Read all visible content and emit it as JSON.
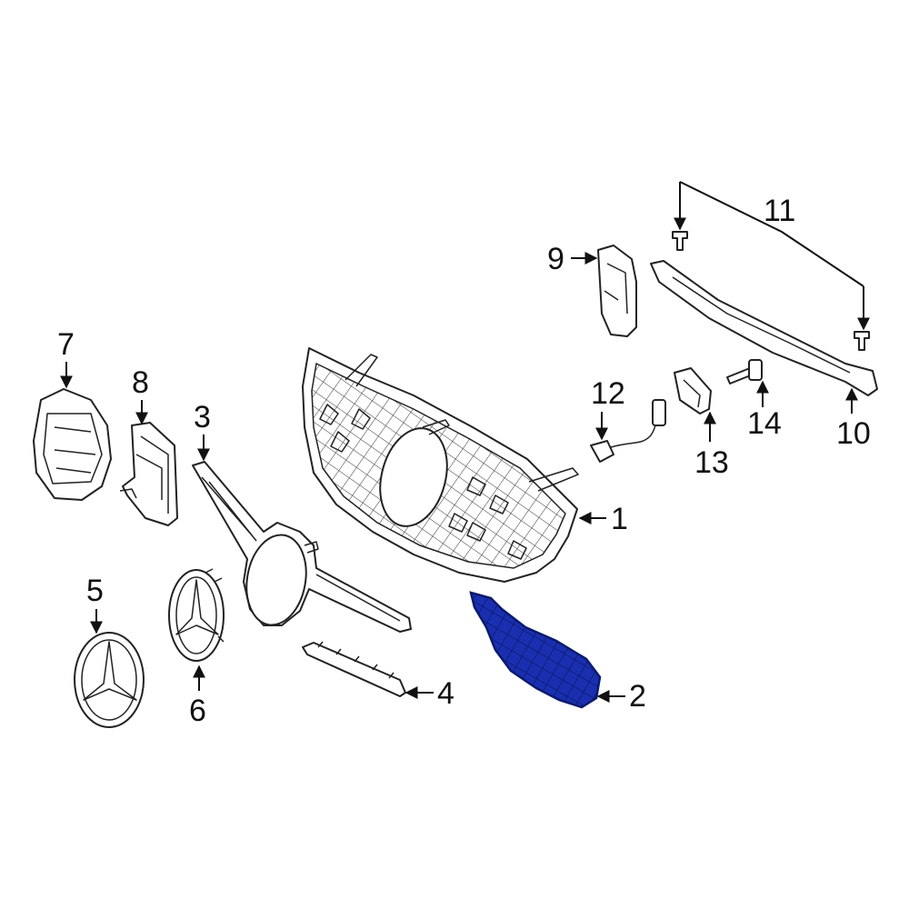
{
  "colors": {
    "line": "#222222",
    "background": "#ffffff",
    "highlight_fill": "#1a2fb0",
    "highlight_stroke": "#0a1a6e"
  },
  "callouts": [
    {
      "id": "1",
      "text": "1"
    },
    {
      "id": "2",
      "text": "2"
    },
    {
      "id": "3",
      "text": "3"
    },
    {
      "id": "4",
      "text": "4"
    },
    {
      "id": "5",
      "text": "5"
    },
    {
      "id": "6",
      "text": "6"
    },
    {
      "id": "7",
      "text": "7"
    },
    {
      "id": "8",
      "text": "8"
    },
    {
      "id": "9",
      "text": "9"
    },
    {
      "id": "10",
      "text": "10"
    },
    {
      "id": "11",
      "text": "11"
    },
    {
      "id": "12",
      "text": "12"
    },
    {
      "id": "13",
      "text": "13"
    },
    {
      "id": "14",
      "text": "14"
    }
  ],
  "highlighted_part": "2"
}
